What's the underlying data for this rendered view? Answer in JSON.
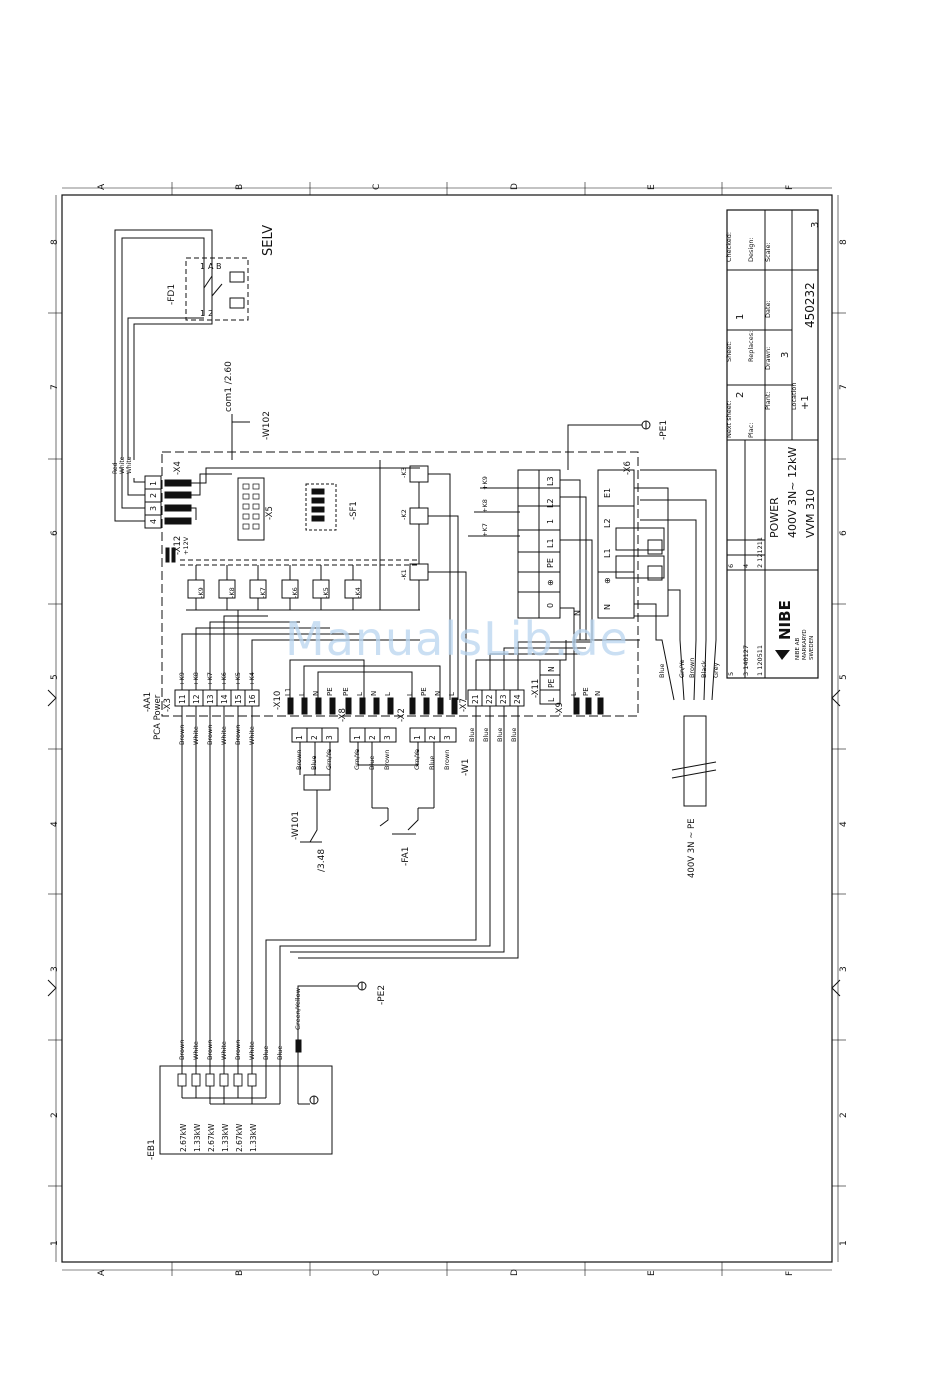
{
  "watermark": "ManualsLib.de",
  "grid": {
    "columns": [
      "A",
      "B",
      "C",
      "D",
      "E",
      "F"
    ],
    "rows": [
      "1",
      "2",
      "3",
      "4",
      "5",
      "6",
      "7",
      "8"
    ]
  },
  "title_block": {
    "company_lines": [
      "NIBE AB",
      "MARKARYD",
      "SWEDEN"
    ],
    "logo": "NIBE",
    "title_lines": [
      "POWER",
      "400V 3N~ 12kW",
      "VVM 310"
    ],
    "drawing_no": "450232",
    "sheet_no": "3",
    "scale_label": "Scale:",
    "scale_value": "3",
    "checked_label": "Checked:",
    "design_label": "Design:",
    "date_label": "Date:",
    "sheet_label": "Sheet:",
    "sheet_value": "1",
    "replaces_label": "Replaces:",
    "drawn_label": "Drawn:",
    "next_sheet_label": "Next sheet:",
    "next_sheet_value": "2",
    "plant_label": "Plant:",
    "place_label": "Plac:",
    "location_label": "Location",
    "location_value": "+1",
    "revisions": [
      "1  120511",
      "3  140127",
      "5",
      "2  121211",
      "4",
      "6"
    ]
  },
  "labels": {
    "selv": "SELV",
    "fd1": "-FD1",
    "com1": "com1 /2.60",
    "w102": "-W102",
    "x4": "-X4",
    "x5": "-X5",
    "sf1": "-SF1",
    "x12": "-X12",
    "plus12v": "+12V",
    "pe1": "-PE1",
    "x6": "-X6",
    "aa1": "-AA1",
    "pca": "PCA Power",
    "x3": "-X3",
    "x10": "-X10",
    "x8": "-X8",
    "x2": "-X2",
    "x7": "-X7",
    "x11": "-X11",
    "x9": "-X9",
    "w1": "-W1",
    "w101": "-W101",
    "ref348": "/3.48",
    "fa1": "-FA1",
    "supply": "400V 3N ~ PE",
    "pe2": "-PE2",
    "greenyellow": "Green/Yellow",
    "eb1": "-EB1"
  },
  "x4_wires": [
    "Red",
    "White",
    "White"
  ],
  "x4_pins": [
    "1",
    "2",
    "3",
    "4"
  ],
  "relays": [
    "-K9",
    "-K8",
    "-K7",
    "-K6",
    "-K5",
    "-K4"
  ],
  "relays_right": [
    "-K3",
    "-K2",
    "-K1"
  ],
  "x3_pins": [
    "11",
    "12",
    "13",
    "14",
    "15",
    "16"
  ],
  "x3_tags": [
    "+K9",
    "+K8",
    "+K7",
    "+K6",
    "+K5",
    "+K4"
  ],
  "x3_wires": [
    "Brown",
    "White",
    "Brown",
    "White",
    "Brown",
    "White"
  ],
  "x10_pins": [
    "L1",
    "L",
    "N",
    "PE"
  ],
  "x10_wires": [
    "Brown",
    "Blue",
    "Grn/Ye"
  ],
  "x8_pins": [
    "PE",
    "L",
    "N",
    "L"
  ],
  "x8_wires": [
    "Grn/Ye",
    "Blue",
    "Brown"
  ],
  "x2_pins": [
    "L",
    "PE",
    "N",
    "L"
  ],
  "x2_wires": [
    "Grn/Ye",
    "Blue",
    "Brown"
  ],
  "x7_pins": [
    "21",
    "22",
    "23",
    "24"
  ],
  "x7_wires": [
    "Blue",
    "Blue",
    "Blue",
    "Blue"
  ],
  "x11_pins": [
    "L",
    "PE",
    "N"
  ],
  "x9_pins": [
    "L",
    "PE",
    "N"
  ],
  "x6_terms": [
    "L3",
    "L2",
    "1",
    "L1",
    "PE",
    "⊕",
    "0",
    "N"
  ],
  "x6_right": [
    "E1",
    "L2",
    "L1",
    "⊕",
    "N"
  ],
  "supply_wires": [
    "Blue",
    "Gn/Ye",
    "Brown",
    "Black",
    "Grey"
  ],
  "eb1_ratings": [
    "2.67kW",
    "1.33kW",
    "2.67kW",
    "1.33kW",
    "2.67kW",
    "1.33kW"
  ],
  "eb1_wires": [
    "Brown",
    "White",
    "Brown",
    "White",
    "Brown",
    "White",
    "Blue",
    "Blue"
  ],
  "numbers": {
    "n1": "1",
    "n2": "2",
    "n3": "3"
  }
}
